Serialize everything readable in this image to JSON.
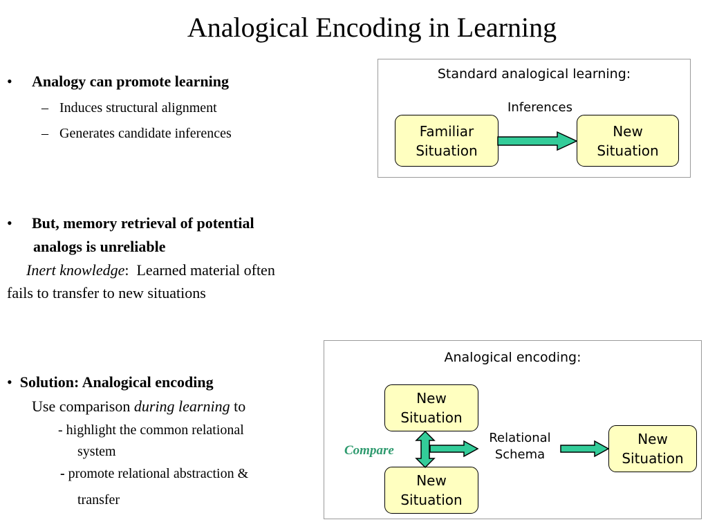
{
  "title": "Analogical Encoding in Learning",
  "left": {
    "b1": {
      "bullet": "•",
      "text": "Analogy can promote learning",
      "subs": [
        "Induces structural alignment",
        "Generates candidate inferences"
      ],
      "dash": "–"
    },
    "b2": {
      "bullet": "•",
      "line1": "But, memory retrieval of potential",
      "line2": "analogs is unreliable",
      "inert_term": "Inert knowledge",
      "inert_colon": ":",
      "inert_rest": "  Learned material often",
      "line4": "fails to transfer to new situations"
    },
    "b3": {
      "bullet": "•",
      "text": "Solution:  Analogical encoding",
      "use_pre": "Use comparison ",
      "use_em": "during learning",
      "use_post": " to",
      "item1_a": "- highlight the common relational",
      "item1_b": "system",
      "item2_dash": "-",
      "item2_a": " promote relational abstraction &",
      "item2_b": "transfer"
    }
  },
  "panel_top": {
    "title": "Standard analogical learning:",
    "arrow_label": "Inferences",
    "node_left": [
      "Familiar",
      "Situation"
    ],
    "node_right": [
      "New",
      "Situation"
    ]
  },
  "panel_bottom": {
    "title": "Analogical encoding:",
    "node_top": [
      "New",
      "Situation"
    ],
    "node_bottom": [
      "New",
      "Situation"
    ],
    "node_right": [
      "New",
      "Situation"
    ],
    "schema": [
      "Relational",
      "Schema"
    ],
    "compare": "Compare"
  },
  "colors": {
    "node_fill": "#ffffc0",
    "arrow_fill": "#33cc99",
    "compare_text": "#2e9a6e",
    "panel_border": "#9a9a9a"
  }
}
